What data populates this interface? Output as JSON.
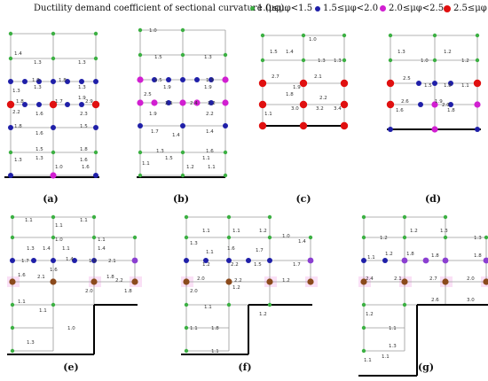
{
  "legend": {
    "title": "Ductility demand coefficient of sectional curvature (μφ):",
    "items": [
      {
        "label": "1.0≤μφ<1.5",
        "color": "#3cb043"
      },
      {
        "label": "1.5≤μφ<2.0",
        "color": "#1f1fa8"
      },
      {
        "label": "2.0≤μφ<2.5",
        "color": "#d11fd1"
      },
      {
        "label": "2.5≤μφ",
        "color": "#e01010"
      }
    ]
  },
  "colors": {
    "frame": "#9a9a9a",
    "ground": "#000000",
    "text": "#333333"
  },
  "panels": [
    {
      "label": "(a)",
      "nums": [
        "1.4",
        "1.3",
        "1.3",
        "1.3",
        "1.3",
        "1.3",
        "1.9",
        "1.8",
        "1.9",
        "1.8",
        "1.7",
        "2.9",
        "2.2",
        "1.6",
        "2.3",
        "1.8",
        "1.6",
        "1.5",
        "1.5",
        "1.8",
        "1.3",
        "1.3",
        "1.6",
        "1.0",
        "1.6"
      ]
    },
    {
      "label": "(b)",
      "nums": [
        "1.0",
        "1.5",
        "1.3",
        "1.5",
        "1.3",
        "2.5",
        "1.9",
        "1.9",
        "2.1",
        "2.4",
        "2.2",
        "1.9",
        "2.2",
        "1.7",
        "1.4",
        "1.4",
        "1.3",
        "1.6",
        "1.1",
        "1.5",
        "1.1",
        "1.2",
        "1.1"
      ]
    },
    {
      "label": "(c)",
      "nums": [
        "1.5",
        "1.4",
        "1.0",
        "1.3",
        "1.3",
        "2.7",
        "1.9",
        "2.1",
        "1.8",
        "2.2",
        "3.0",
        "3.2",
        "3.4",
        "1.1"
      ]
    },
    {
      "label": "(d)",
      "nums": [
        "1.3",
        "1.0",
        "1.2",
        "1.2",
        "2.5",
        "1.5",
        "1.8",
        "1.1",
        "2.6",
        "1.9",
        "2.0",
        "1.6",
        "1.8"
      ]
    },
    {
      "label": "(e)",
      "nums": [
        "1.1",
        "1.1",
        "1.1",
        "1.0",
        "1.1",
        "1.3",
        "1.4",
        "1.1",
        "1.4",
        "1.7",
        "1.6",
        "1.4",
        "1.6",
        "2.1",
        "1.6",
        "2.1",
        "1.8",
        "2.0",
        "2.2",
        "1.1",
        "1.1",
        "1.8",
        "1.0",
        "1.3"
      ]
    },
    {
      "label": "(f)",
      "nums": [
        "1.1",
        "1.1",
        "1.2",
        "1.0",
        "1.3",
        "1.1",
        "1.6",
        "1.7",
        "1.4",
        "1.2",
        "2.2",
        "1.5",
        "1.7",
        "2.0",
        "2.2",
        "1.2",
        "2.0",
        "1.2",
        "1.1",
        "1.1",
        "1.8",
        "1.2",
        "1.1"
      ]
    },
    {
      "label": "(g)",
      "nums": [
        "1.2",
        "1.2",
        "1.3",
        "1.3",
        "1.1",
        "1.2",
        "1.8",
        "1.8",
        "1.8",
        "2.4",
        "2.1",
        "2.7",
        "2.0",
        "2.6",
        "3.0",
        "1.2",
        "1.1",
        "1.3",
        "1.1",
        "1.1"
      ]
    }
  ]
}
